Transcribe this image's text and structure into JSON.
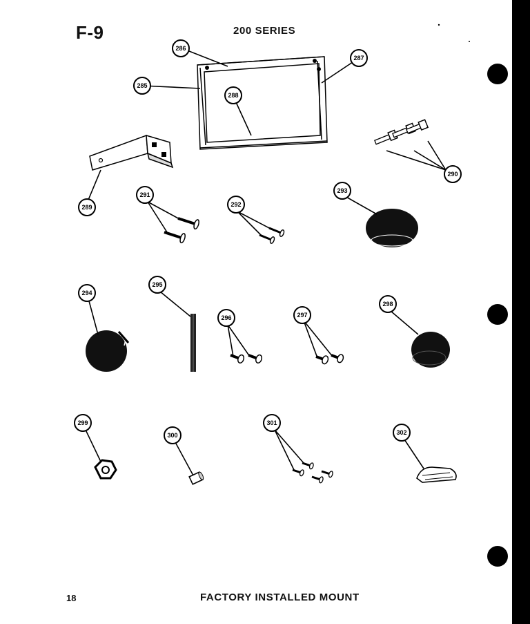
{
  "header": {
    "figure_id": "F-9",
    "series": "200 SERIES"
  },
  "footer": {
    "page_number": "18",
    "title": "FACTORY INSTALLED MOUNT"
  },
  "callouts": [
    "285",
    "286",
    "287",
    "288",
    "289",
    "290",
    "291",
    "292",
    "293",
    "294",
    "295",
    "296",
    "297",
    "298",
    "299",
    "300",
    "301",
    "302"
  ]
}
